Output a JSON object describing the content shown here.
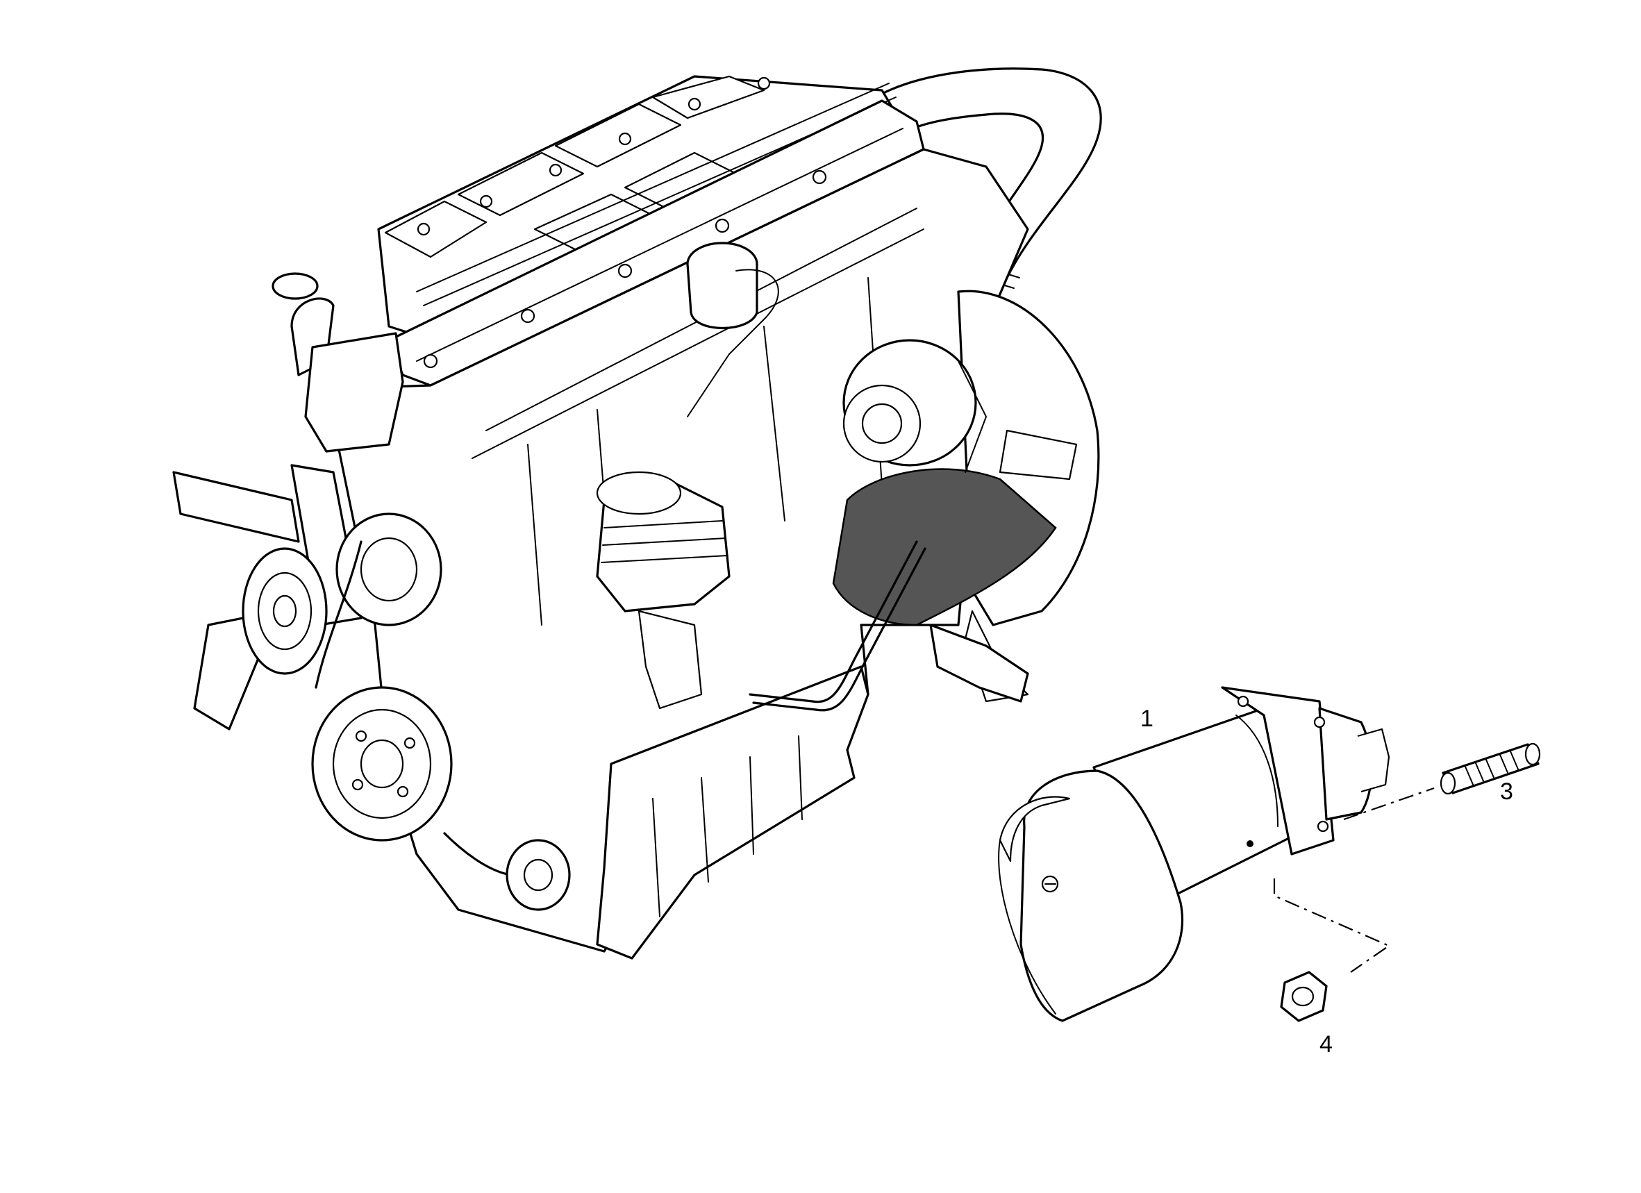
{
  "diagram": {
    "type": "exploded parts illustration",
    "callouts": [
      {
        "id": "starter",
        "label": "1"
      },
      {
        "id": "stud",
        "label": "3"
      },
      {
        "id": "nut",
        "label": "4"
      }
    ]
  }
}
